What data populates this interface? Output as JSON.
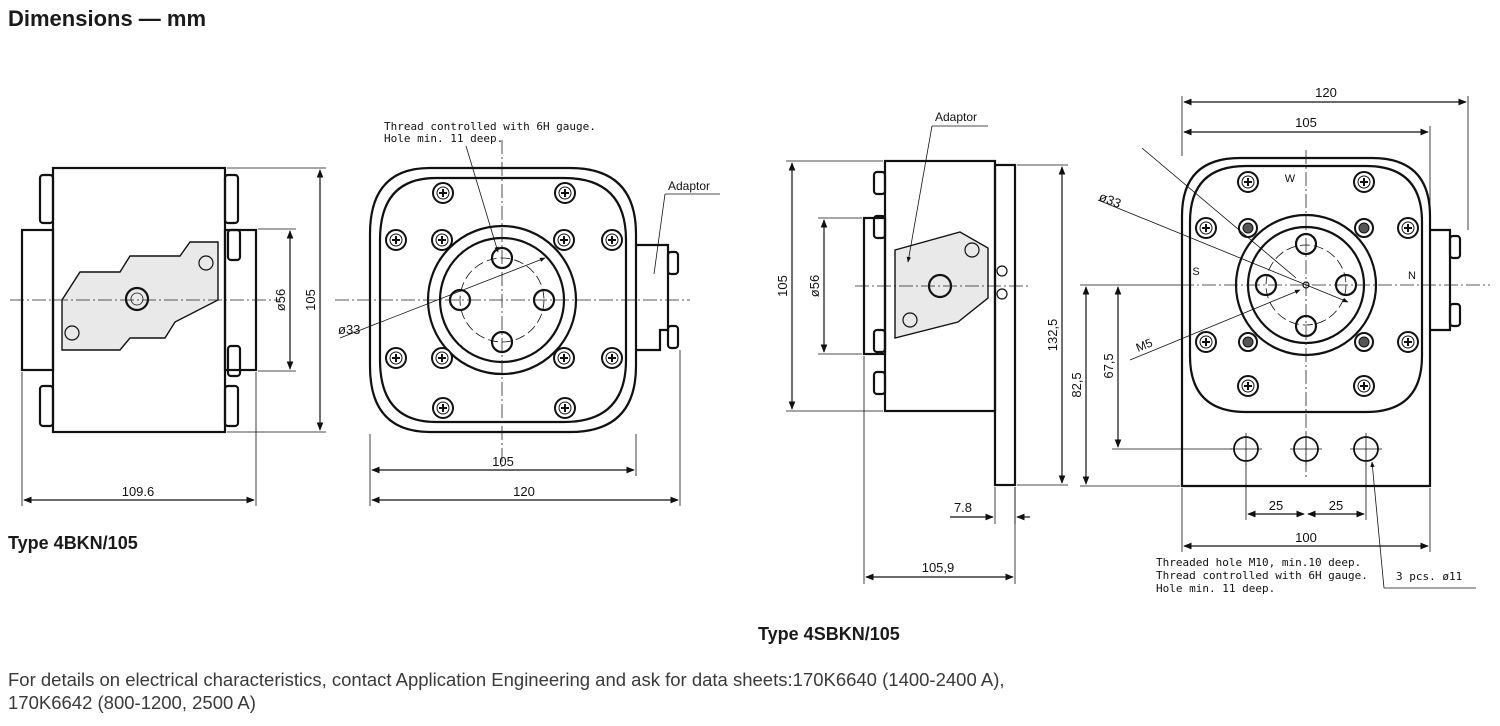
{
  "heading": "Dimensions — mm",
  "type_4bkn": "Type 4BKN/105",
  "type_4sbkn": "Type 4SBKN/105",
  "footer": {
    "line1": "For details on electrical characteristics, contact Application Engineering and ask for data sheets:170K6640 (1400-2400 A),",
    "line2": "170K6642 (800-1200, 2500 A)"
  },
  "view1": {
    "dim_width": "109.6",
    "dim_dia": "ø56",
    "dim_height": "105"
  },
  "view2": {
    "note_l1": "Thread controlled with 6H gauge.",
    "note_l2": "Hole min. 11 deep.",
    "adaptor": "Adaptor",
    "dim_dia": "ø33",
    "dim_inner": "105",
    "dim_outer": "120"
  },
  "view3": {
    "adaptor": "Adaptor",
    "dim_height": "105",
    "dim_dia": "ø56",
    "dim_total": "132,5",
    "dim_plate": "7.8",
    "dim_length": "105,9"
  },
  "view4": {
    "dim_top_outer": "120",
    "dim_top_inner": "105",
    "dim_dia": "ø33",
    "dim_thread": "M5",
    "label_w": "W",
    "label_s": "S",
    "label_n": "N",
    "dim_825": "82,5",
    "dim_675": "67,5",
    "dim_25a": "25",
    "dim_25b": "25",
    "dim_100": "100",
    "note_l1": "Threaded hole M10, min.10 deep.",
    "note_l2": "Thread controlled with 6H gauge.",
    "note_l3": "Hole min. 11 deep.",
    "holes": "3 pcs. ø11"
  }
}
